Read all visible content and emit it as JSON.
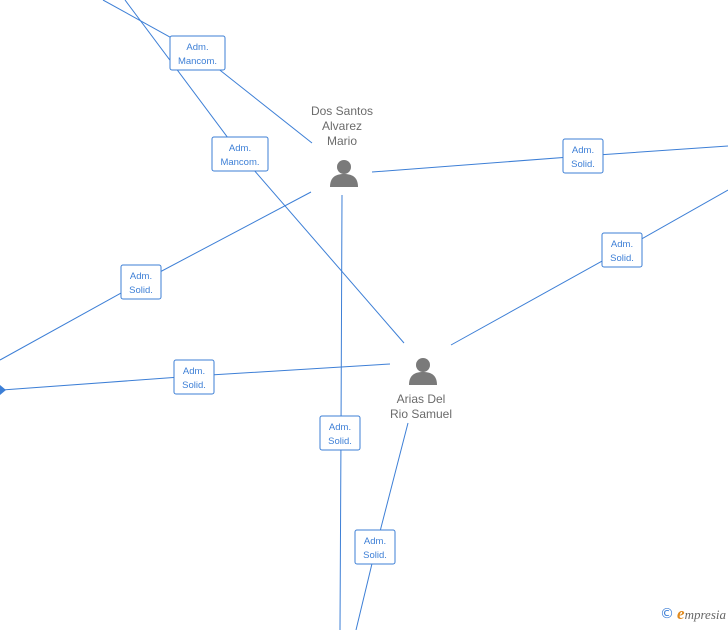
{
  "nodes": [
    {
      "id": "dos-santos",
      "name_lines": [
        "Dos Santos",
        "Alvarez",
        "Mario"
      ]
    },
    {
      "id": "arias",
      "name_lines": [
        "Arias Del",
        "Rio Samuel"
      ]
    }
  ],
  "relations": [
    {
      "lines": [
        "Adm.",
        "Mancom."
      ]
    },
    {
      "lines": [
        "Adm.",
        "Mancom."
      ]
    },
    {
      "lines": [
        "Adm.",
        "Solid."
      ]
    },
    {
      "lines": [
        "Adm.",
        "Solid."
      ]
    },
    {
      "lines": [
        "Adm.",
        "Solid."
      ]
    },
    {
      "lines": [
        "Adm.",
        "Solid."
      ]
    },
    {
      "lines": [
        "Adm.",
        "Solid."
      ]
    },
    {
      "lines": [
        "Adm.",
        "Solid."
      ]
    }
  ],
  "footer": {
    "copyright": "©",
    "brand_initial": "e",
    "brand_rest": "mpresia"
  },
  "colors": {
    "edge": "#3d7fd6",
    "node_text": "#6b6b6b",
    "icon": "#7a7a7a",
    "brand": "#e08a1e"
  }
}
